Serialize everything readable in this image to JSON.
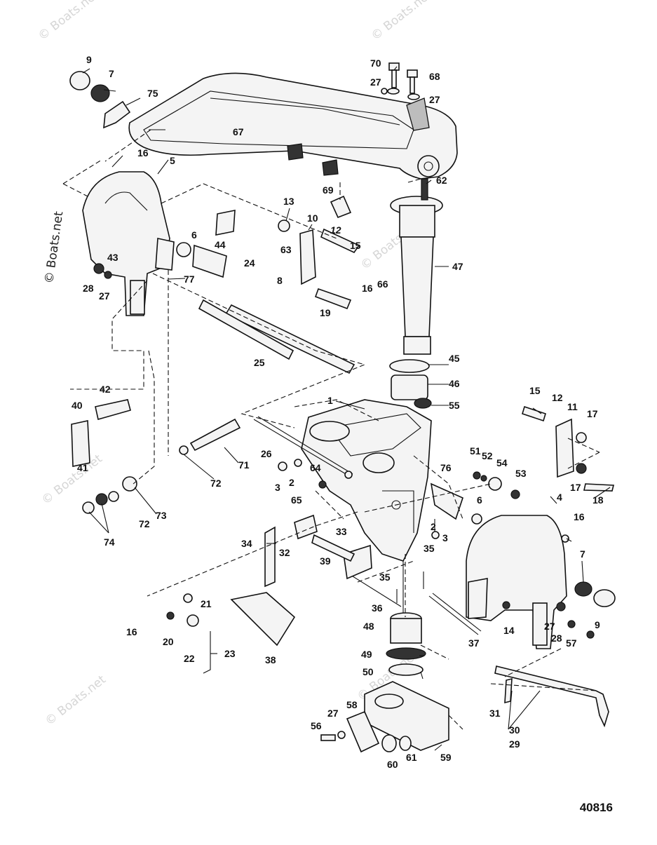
{
  "watermark": "© Boats.net",
  "diagram_id": "40816",
  "callouts": [
    "70",
    "27",
    "68",
    "27",
    "9",
    "7",
    "75",
    "67",
    "16",
    "5",
    "62",
    "69",
    "13",
    "10",
    "44",
    "12",
    "6",
    "15",
    "63",
    "24",
    "43",
    "47",
    "77",
    "28",
    "27",
    "8",
    "16",
    "66",
    "19",
    "45",
    "25",
    "46",
    "42",
    "55",
    "40",
    "1",
    "15",
    "12",
    "11",
    "17",
    "26",
    "41",
    "51",
    "52",
    "54",
    "53",
    "72",
    "71",
    "3",
    "2",
    "64",
    "76",
    "6",
    "17",
    "18",
    "73",
    "72",
    "65",
    "4",
    "16",
    "74",
    "33",
    "2",
    "3",
    "34",
    "32",
    "39",
    "35",
    "7",
    "35",
    "16",
    "21",
    "36",
    "20",
    "22",
    "14",
    "27",
    "9",
    "48",
    "28",
    "57",
    "37",
    "23",
    "49",
    "38",
    "50",
    "31",
    "30",
    "29",
    "56",
    "27",
    "58",
    "60",
    "61",
    "59"
  ]
}
